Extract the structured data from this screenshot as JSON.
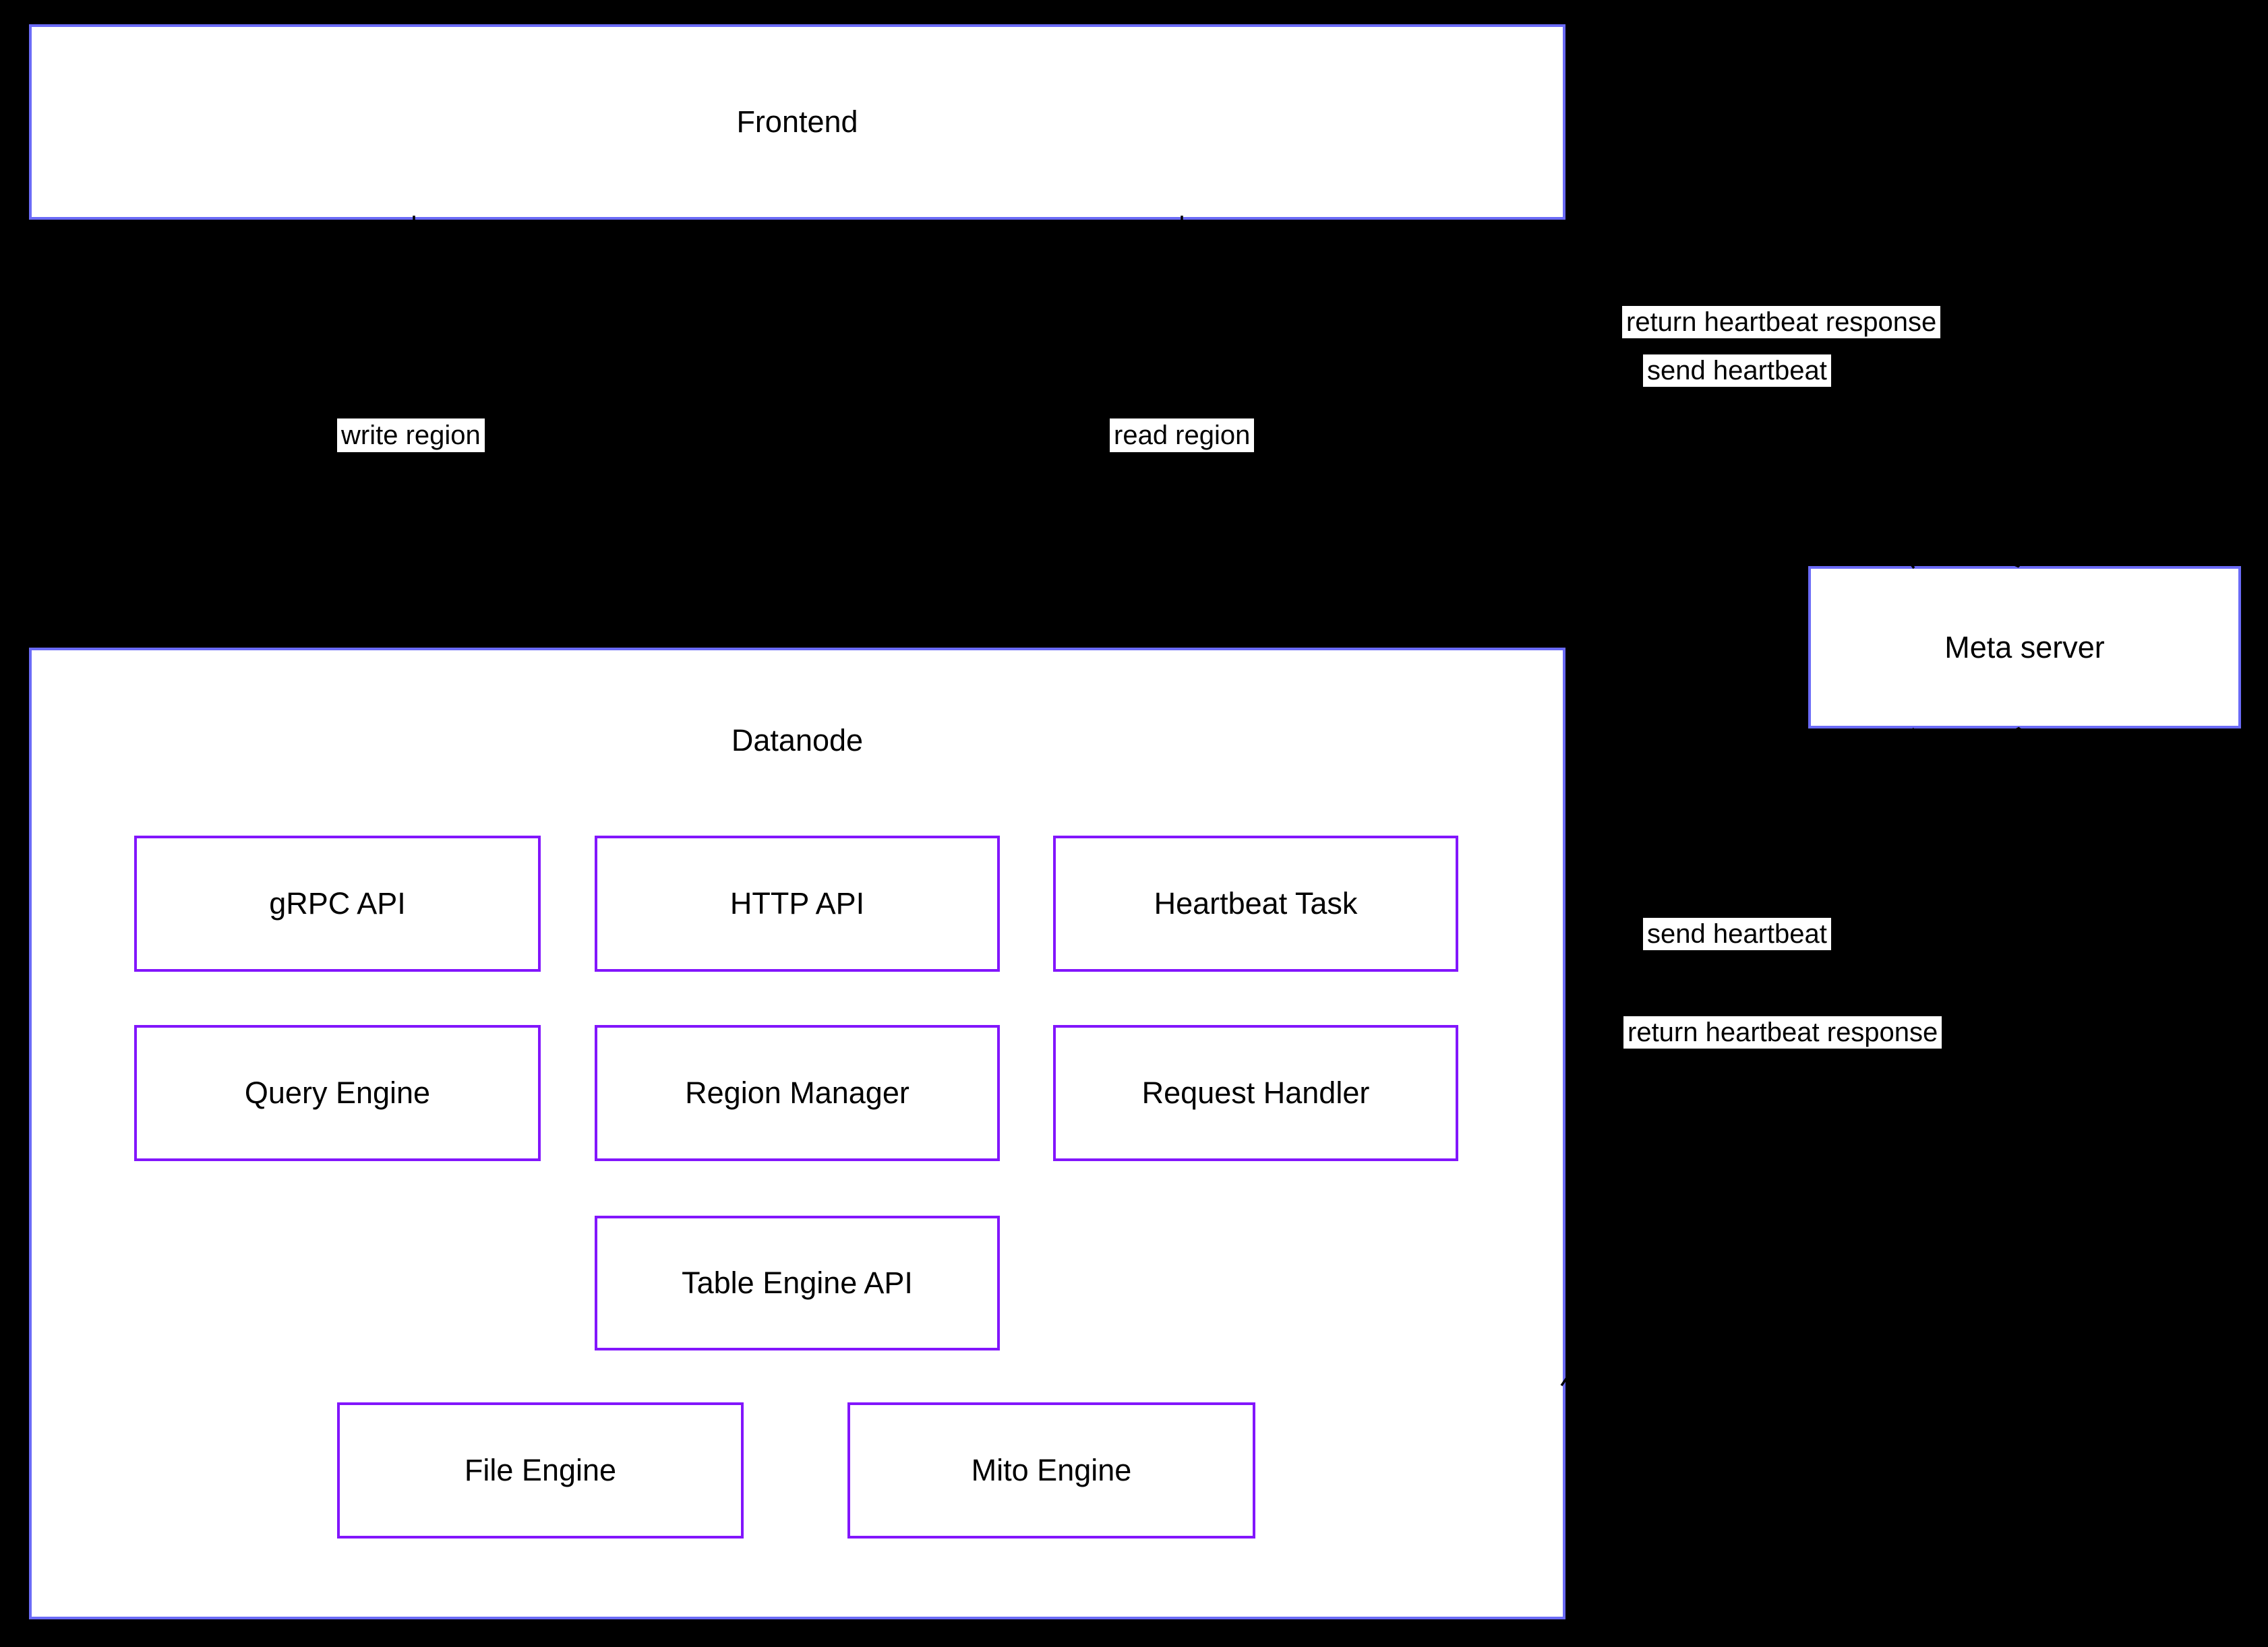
{
  "colors": {
    "background": "#000000",
    "node_fill": "#ffffff",
    "outer_border": "#6b6bf7",
    "inner_border": "#8216fc",
    "edge": "#000000",
    "text": "#000000"
  },
  "nodes": {
    "frontend": "Frontend",
    "datanode": "Datanode",
    "meta_server": "Meta server",
    "grpc_api": "gRPC API",
    "http_api": "HTTP API",
    "heartbeat_task": "Heartbeat Task",
    "query_engine": "Query Engine",
    "region_manager": "Region Manager",
    "request_handler": "Request Handler",
    "table_engine_api": "Table Engine API",
    "file_engine": "File Engine",
    "mito_engine": "Mito Engine"
  },
  "edges": {
    "write_region": "write region",
    "read_region": "read region",
    "send_heartbeat_frontend": "send heartbeat",
    "return_heartbeat_frontend": "return heartbeat response",
    "send_heartbeat_datanode": "send heartbeat",
    "return_heartbeat_datanode": "return heartbeat response"
  }
}
